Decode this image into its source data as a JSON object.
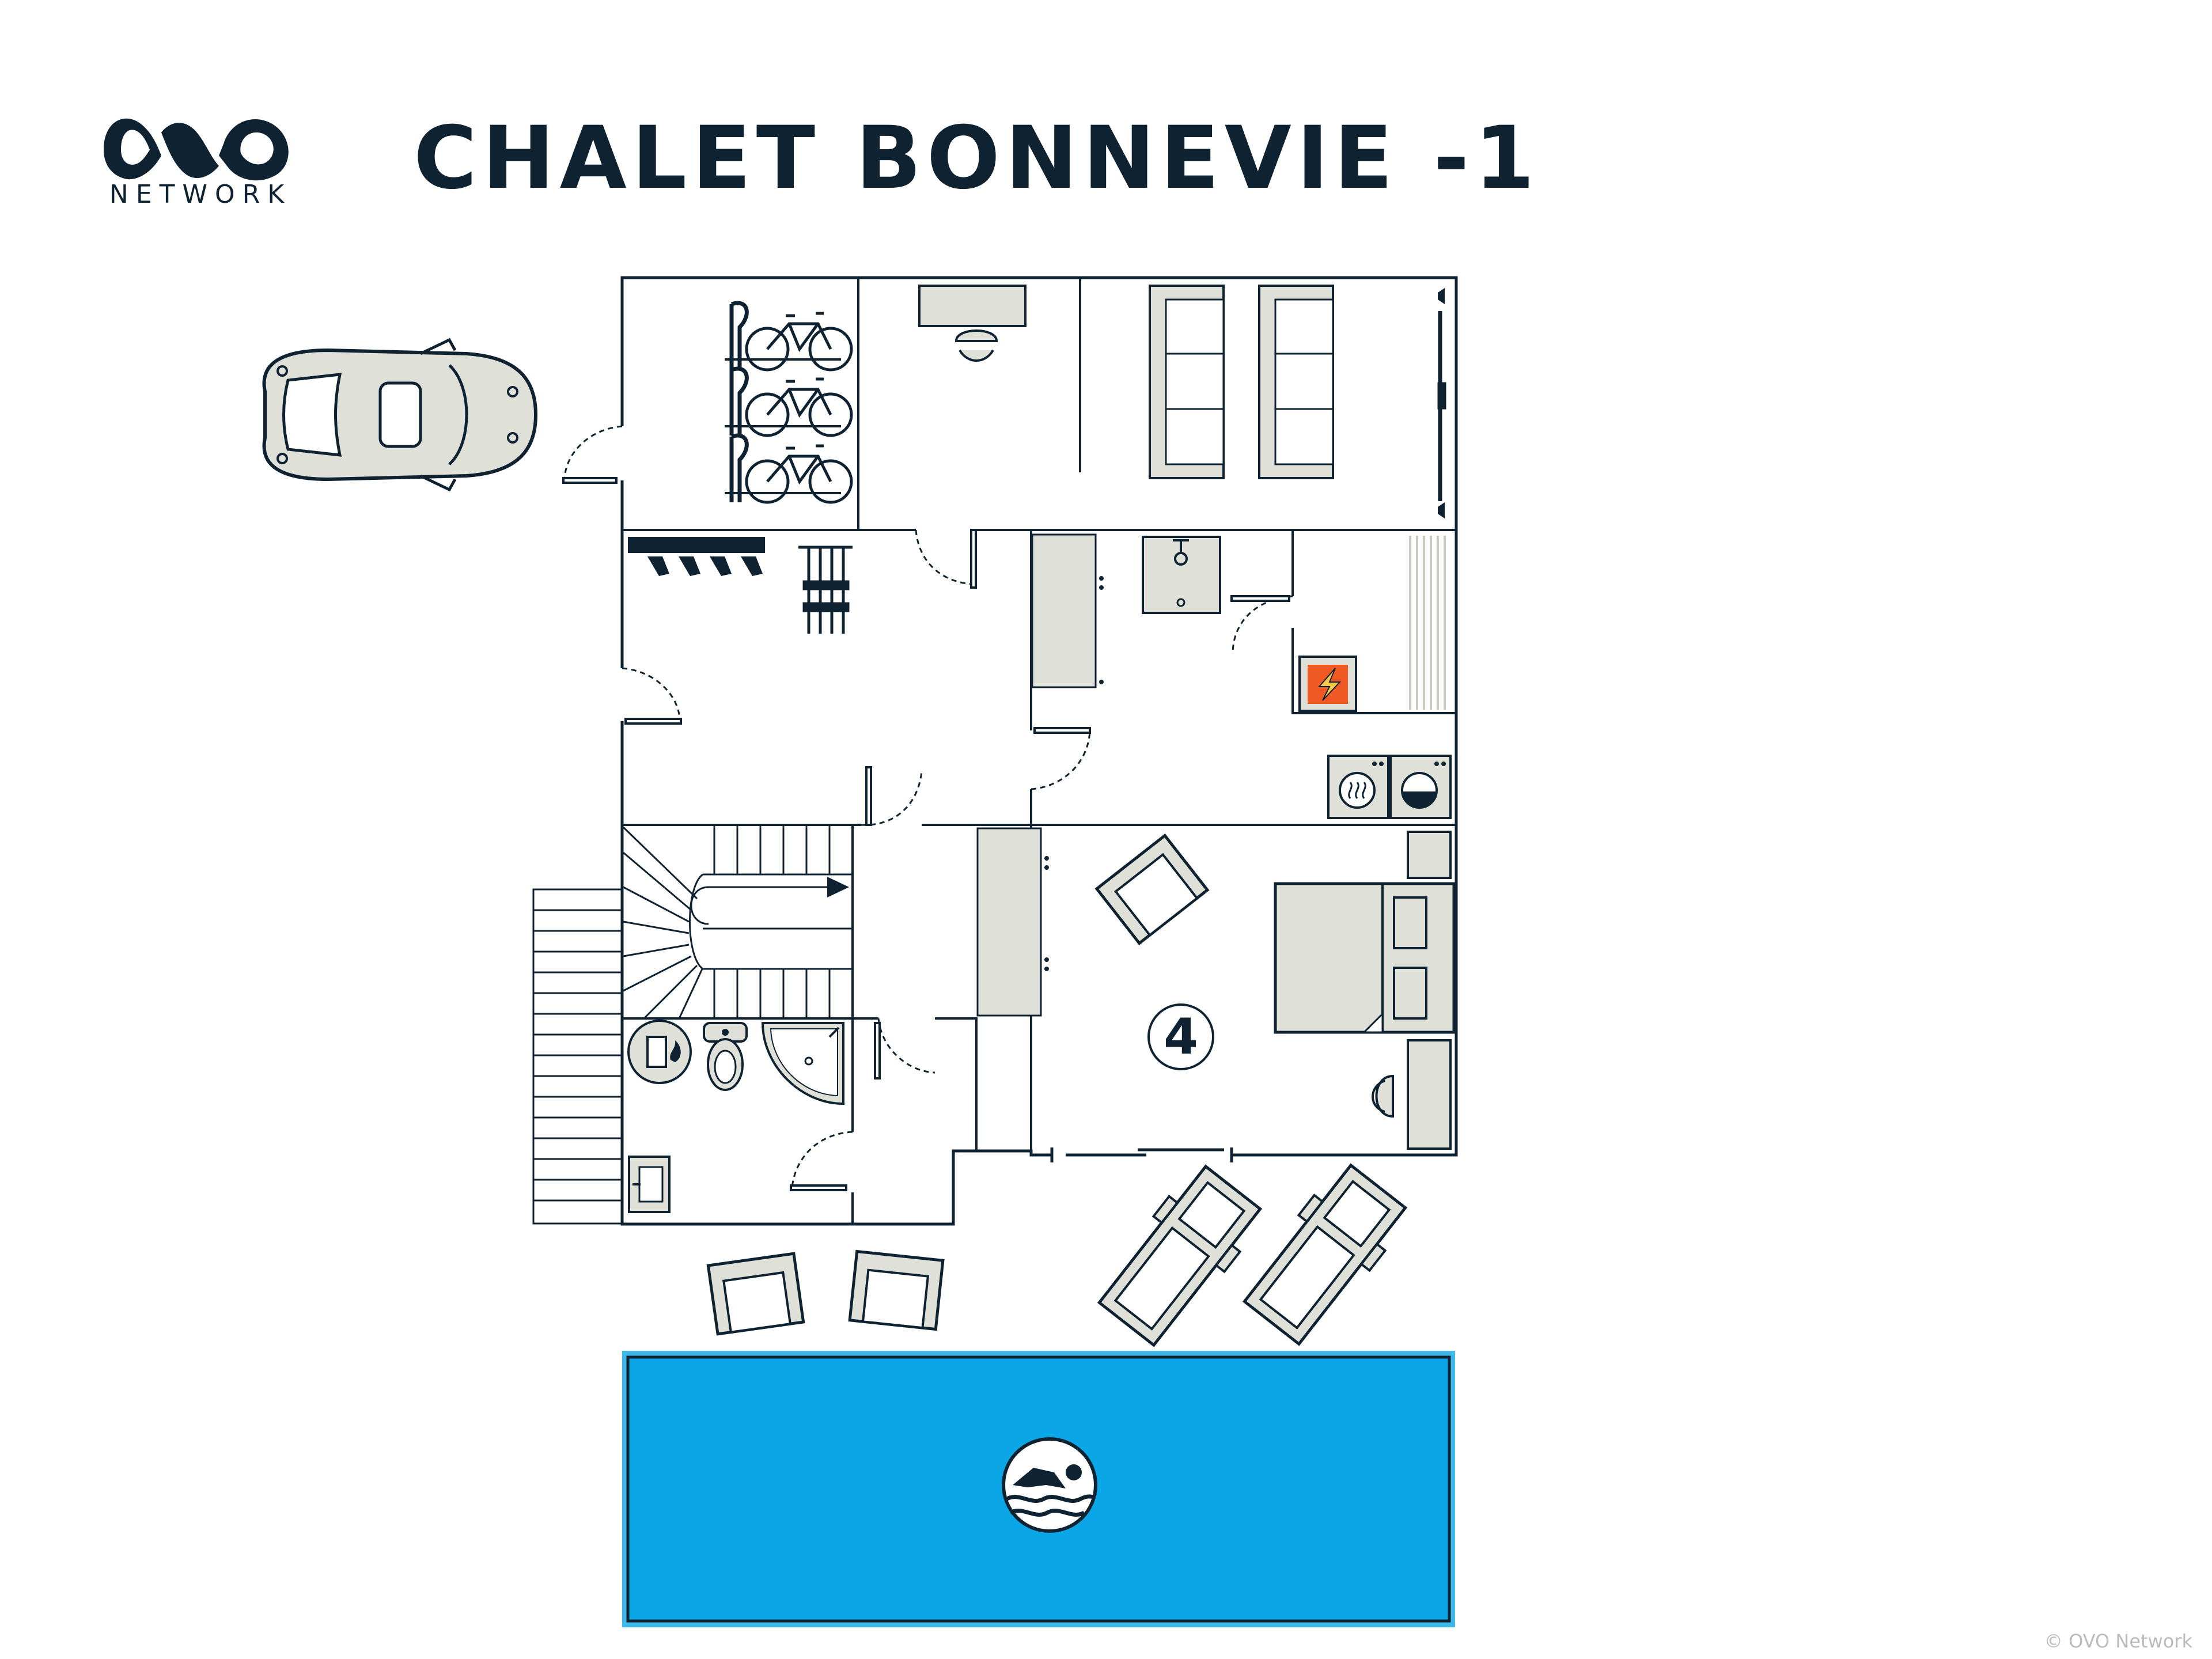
{
  "brand": {
    "logo_text": "OVO",
    "wordmark": "NETWORK"
  },
  "title": "CHALET BONNEVIE -1",
  "room_number": "4",
  "copyright": "© OVO Network",
  "colors": {
    "ink": "#0e2231",
    "furniture": "#dfe1d9",
    "pool": "#0aa6e6",
    "pool_border": "#3fb9ea",
    "heater": "#ef5a24",
    "copyright": "#b9bcbf"
  },
  "icons": [
    "car-icon",
    "bicycle-icon",
    "ski-rack-icon",
    "boot-dryer-icon",
    "fireplace-icon",
    "dryer-icon",
    "washing-machine-icon",
    "water-heater-icon",
    "toilet-icon",
    "shower-icon",
    "sink-icon",
    "speaker-icon",
    "swimmer-icon"
  ]
}
